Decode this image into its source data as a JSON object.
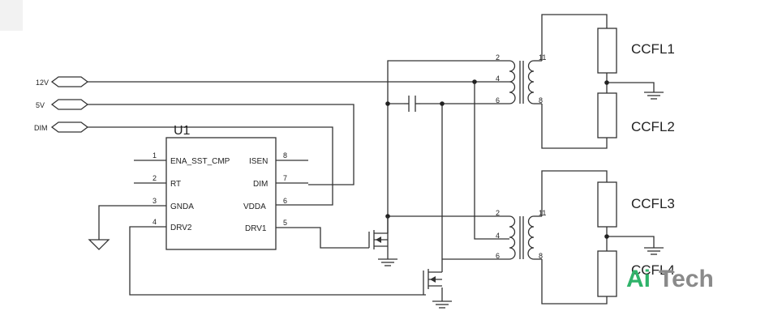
{
  "inputs": [
    {
      "id": "net-12v",
      "label": "12V"
    },
    {
      "id": "net-5v",
      "label": "5V"
    },
    {
      "id": "net-dim",
      "label": "DIM"
    }
  ],
  "ic": {
    "ref": "U1",
    "pins": [
      {
        "num": "1",
        "name": "ENA_SST_CMP"
      },
      {
        "num": "2",
        "name": "RT"
      },
      {
        "num": "3",
        "name": "GNDA"
      },
      {
        "num": "4",
        "name": "DRV2"
      },
      {
        "num": "8",
        "name": "ISEN"
      },
      {
        "num": "7",
        "name": "DIM"
      },
      {
        "num": "6",
        "name": "VDDA"
      },
      {
        "num": "5",
        "name": "DRV1"
      }
    ]
  },
  "transformers": [
    {
      "pins_primary": [
        "2",
        "4",
        "6"
      ],
      "pins_secondary": [
        "11",
        "8"
      ]
    },
    {
      "pins_primary": [
        "2",
        "4",
        "6"
      ],
      "pins_secondary": [
        "11",
        "8"
      ]
    }
  ],
  "lamps": [
    "CCFL1",
    "CCFL2",
    "CCFL3",
    "CCFL4"
  ],
  "watermark": {
    "ai": "Ai",
    "tech": "Tech"
  }
}
